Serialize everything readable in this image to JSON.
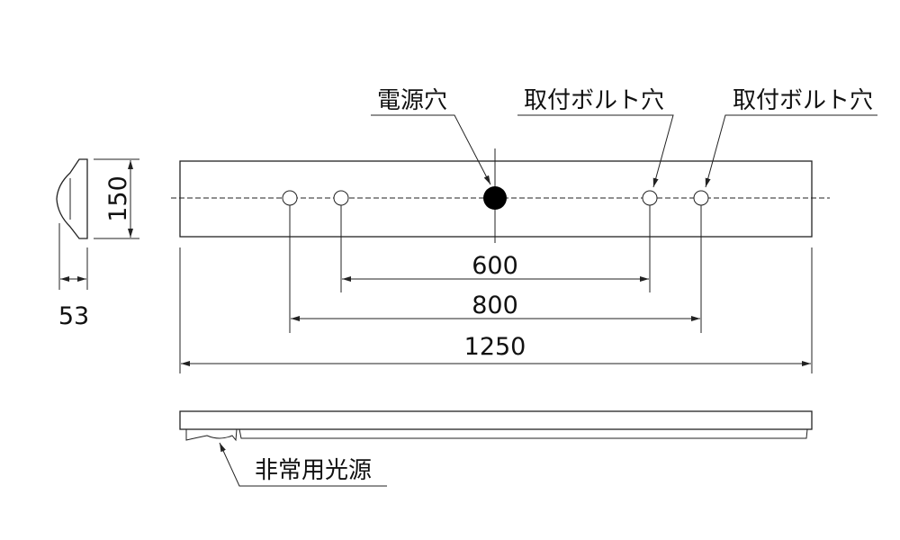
{
  "labels": {
    "power_hole": "電源穴",
    "mount_bolt_hole_1": "取付ボルト穴",
    "mount_bolt_hole_2": "取付ボルト穴",
    "emergency_light": "非常用光源"
  },
  "dimensions": {
    "height": "150",
    "depth": "53",
    "bolt_span_inner": "600",
    "bolt_span_outer": "800",
    "length": "1250"
  },
  "colors": {
    "line": "#222222",
    "power_hole_fill": "#000000"
  }
}
